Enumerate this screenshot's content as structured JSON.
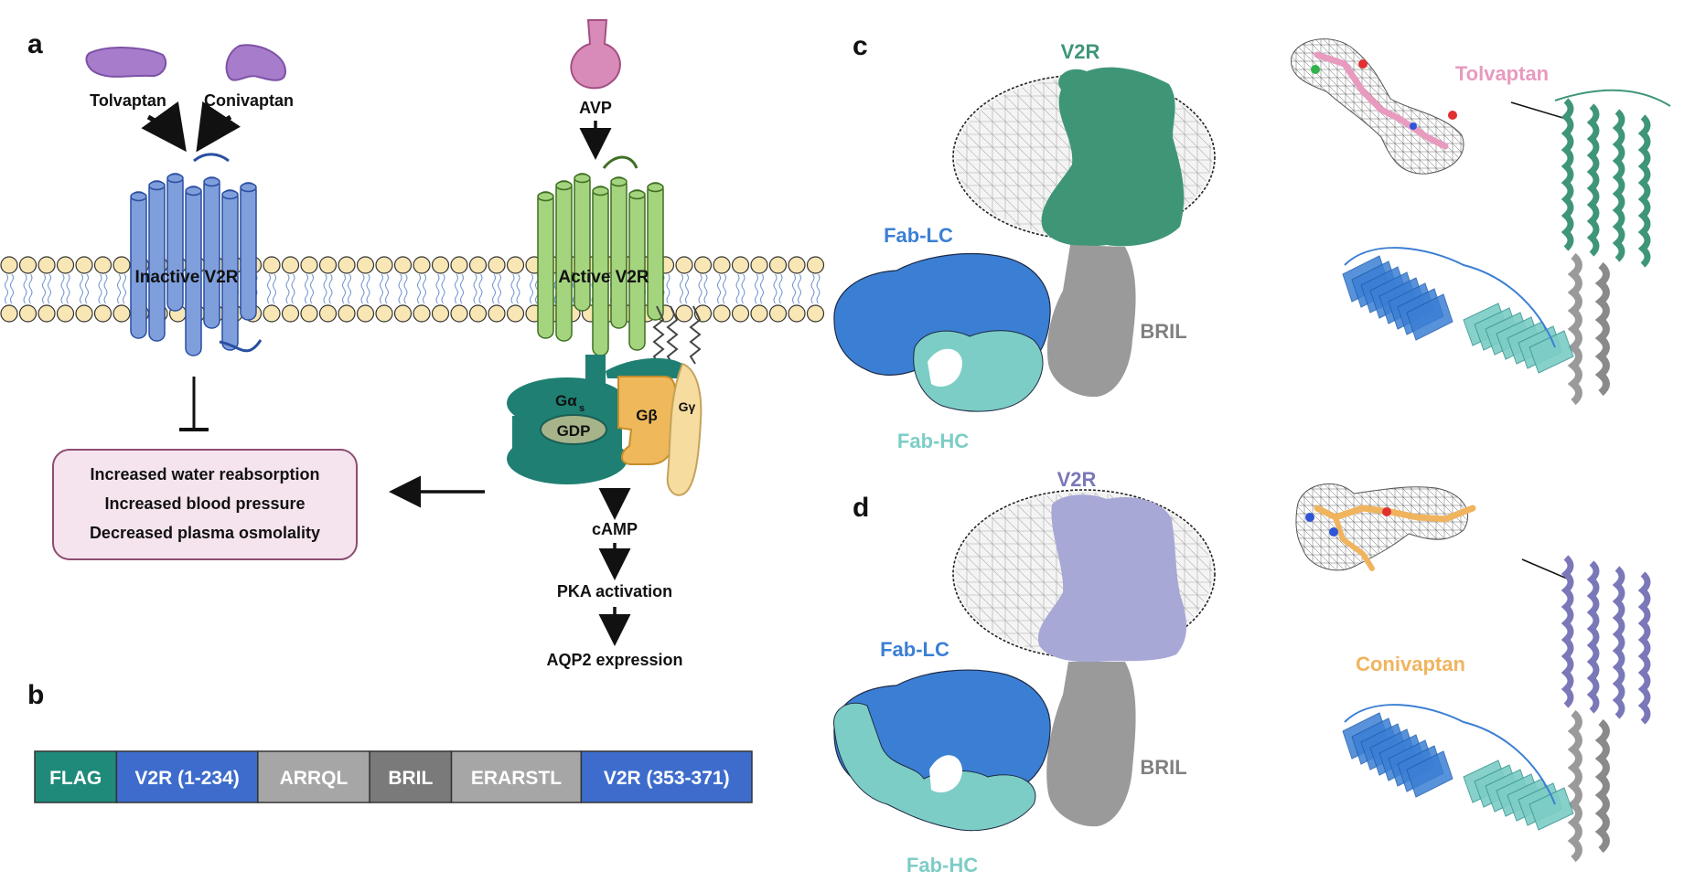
{
  "panels": {
    "a": {
      "letter": "a",
      "ligands": [
        "Tolvaptan",
        "Conivaptan"
      ],
      "agonist": "AVP",
      "inactive_label": "Inactive V2R",
      "active_label": "Active V2R",
      "g_alpha": "Gα",
      "g_alpha_sub": "s",
      "gdp": "GDP",
      "g_beta": "Gβ",
      "g_gamma": "Gγ",
      "cascade": [
        "cAMP",
        "PKA activation",
        "AQP2 expression"
      ],
      "effects": [
        "Increased water reabsorption",
        "Increased blood pressure",
        "Decreased plasma osmolality"
      ],
      "colors": {
        "inactive": "#7f9fdc",
        "active": "#a5d47f",
        "gprotein": "#1f7f73",
        "gbeta": "#efb85a",
        "gdp": "#a7b48a",
        "ligand": "#a77ccb",
        "avp": "#d88bb8",
        "box": "#f5e4ee"
      }
    },
    "b": {
      "letter": "b",
      "segments": [
        {
          "label": "FLAG",
          "color": "#1f8a7a",
          "share": 0.114
        },
        {
          "label": "V2R (1-234)",
          "color": "#3d6ccc",
          "share": 0.197
        },
        {
          "label": "ARRQL",
          "color": "#a6a6a6",
          "share": 0.156
        },
        {
          "label": "BRIL",
          "color": "#7a7a7a",
          "share": 0.114
        },
        {
          "label": "ERARSTL",
          "color": "#a6a6a6",
          "share": 0.181
        },
        {
          "label": "V2R (353-371)",
          "color": "#3d6ccc",
          "share": 0.238
        }
      ]
    },
    "c": {
      "letter": "c",
      "receptor": "V2R",
      "fab_lc": "Fab-LC",
      "fab_hc": "Fab-HC",
      "bril": "BRIL",
      "ligand": "Tolvaptan",
      "colors": {
        "receptor": "#3f9677",
        "fab_lc": "#3b7fd4",
        "fab_hc": "#7ccdc6",
        "bril": "#8c8c8c",
        "ligand": "#e89abf"
      }
    },
    "d": {
      "letter": "d",
      "receptor": "V2R",
      "fab_lc": "Fab-LC",
      "fab_hc": "Fab-HC",
      "bril": "BRIL",
      "ligand": "Conivaptan",
      "colors": {
        "receptor": "#7a78b8",
        "fab_lc": "#3b7fd4",
        "fab_hc": "#7ccdc6",
        "bril": "#8c8c8c",
        "ligand": "#f0b45e"
      }
    }
  }
}
